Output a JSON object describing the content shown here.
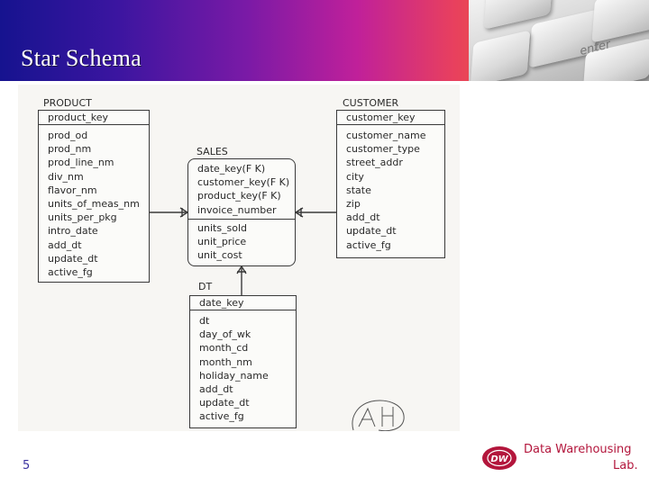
{
  "slide": {
    "title": "Star Schema",
    "page_number": "5",
    "keyboard_key": "enter",
    "lab_line1": "Data Warehousing",
    "lab_line2": "Lab.",
    "logo_text": "DW"
  },
  "diagram": {
    "product": {
      "title": "PRODUCT",
      "key": "product_key",
      "fields": [
        "prod_od",
        "prod_nm",
        "prod_line_nm",
        "div_nm",
        "flavor_nm",
        "units_of_meas_nm",
        "units_per_pkg",
        "intro_date",
        "add_dt",
        "update_dt",
        "active_fg"
      ]
    },
    "customer": {
      "title": "CUSTOMER",
      "key": "customer_key",
      "fields": [
        "customer_name",
        "customer_type",
        "street_addr",
        "city",
        "state",
        "zip",
        "add_dt",
        "update_dt",
        "active_fg"
      ]
    },
    "sales": {
      "title": "SALES",
      "keys": [
        "date_key(F K)",
        "customer_key(F K)",
        "product_key(F K)",
        "invoice_number"
      ],
      "fields": [
        "units_sold",
        "unit_price",
        "unit_cost"
      ]
    },
    "dt": {
      "title": "DT",
      "key": "date_key",
      "fields": [
        "dt",
        "day_of_wk",
        "month_cd",
        "month_nm",
        "holiday_name",
        "add_dt",
        "update_dt",
        "active_fg"
      ]
    },
    "handwriting": "AH"
  },
  "colors": {
    "page_number": "#3b33a0",
    "lab_text": "#b3163c",
    "banner_start": "#16138f",
    "banner_end": "#f28a16"
  }
}
